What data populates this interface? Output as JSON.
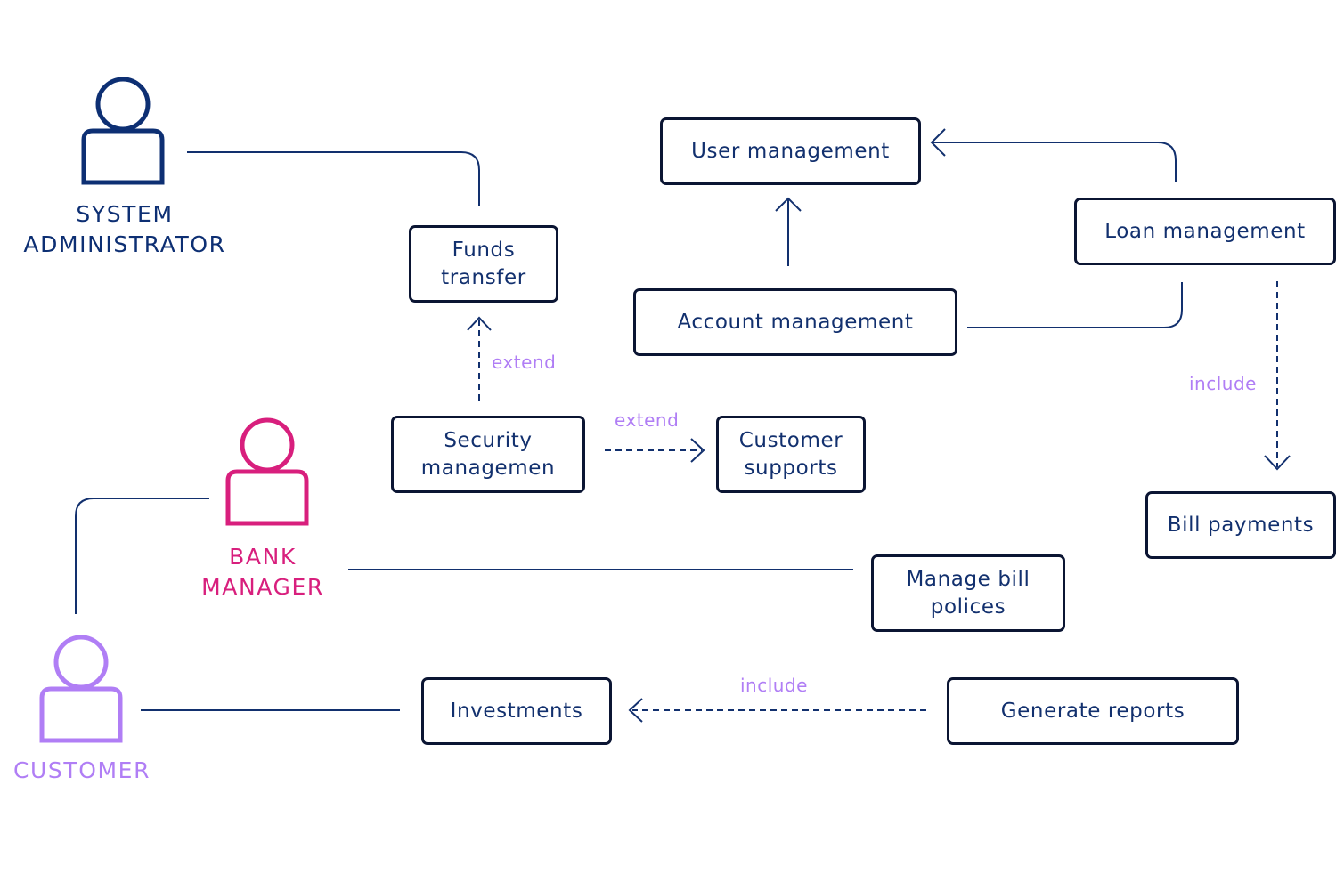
{
  "colors": {
    "navy": "#0d2f73",
    "pink": "#d81f7d",
    "purple": "#b07ef5",
    "line": "#12306e",
    "box_border": "#0b1533"
  },
  "actors": {
    "system_admin": {
      "label": "SYSTEM\nADMINISTRATOR",
      "icon": "person-icon"
    },
    "bank_manager": {
      "label": "BANK\nMANAGER",
      "icon": "person-icon"
    },
    "customer": {
      "label": "CUSTOMER",
      "icon": "person-icon"
    }
  },
  "use_cases": {
    "funds_transfer": "Funds\ntransfer",
    "user_management": "User management",
    "loan_management": "Loan management",
    "account_management": "Account management",
    "security_management": "Security\nmanagemen",
    "customer_supports": "Customer\nsupports",
    "bill_payments": "Bill payments",
    "manage_bill_polices": "Manage bill\npolices",
    "investments": "Investments",
    "generate_reports": "Generate reports"
  },
  "relationships": {
    "security_to_funds": "extend",
    "security_to_support": "extend",
    "loan_to_bill": "include",
    "reports_to_investments": "include"
  }
}
